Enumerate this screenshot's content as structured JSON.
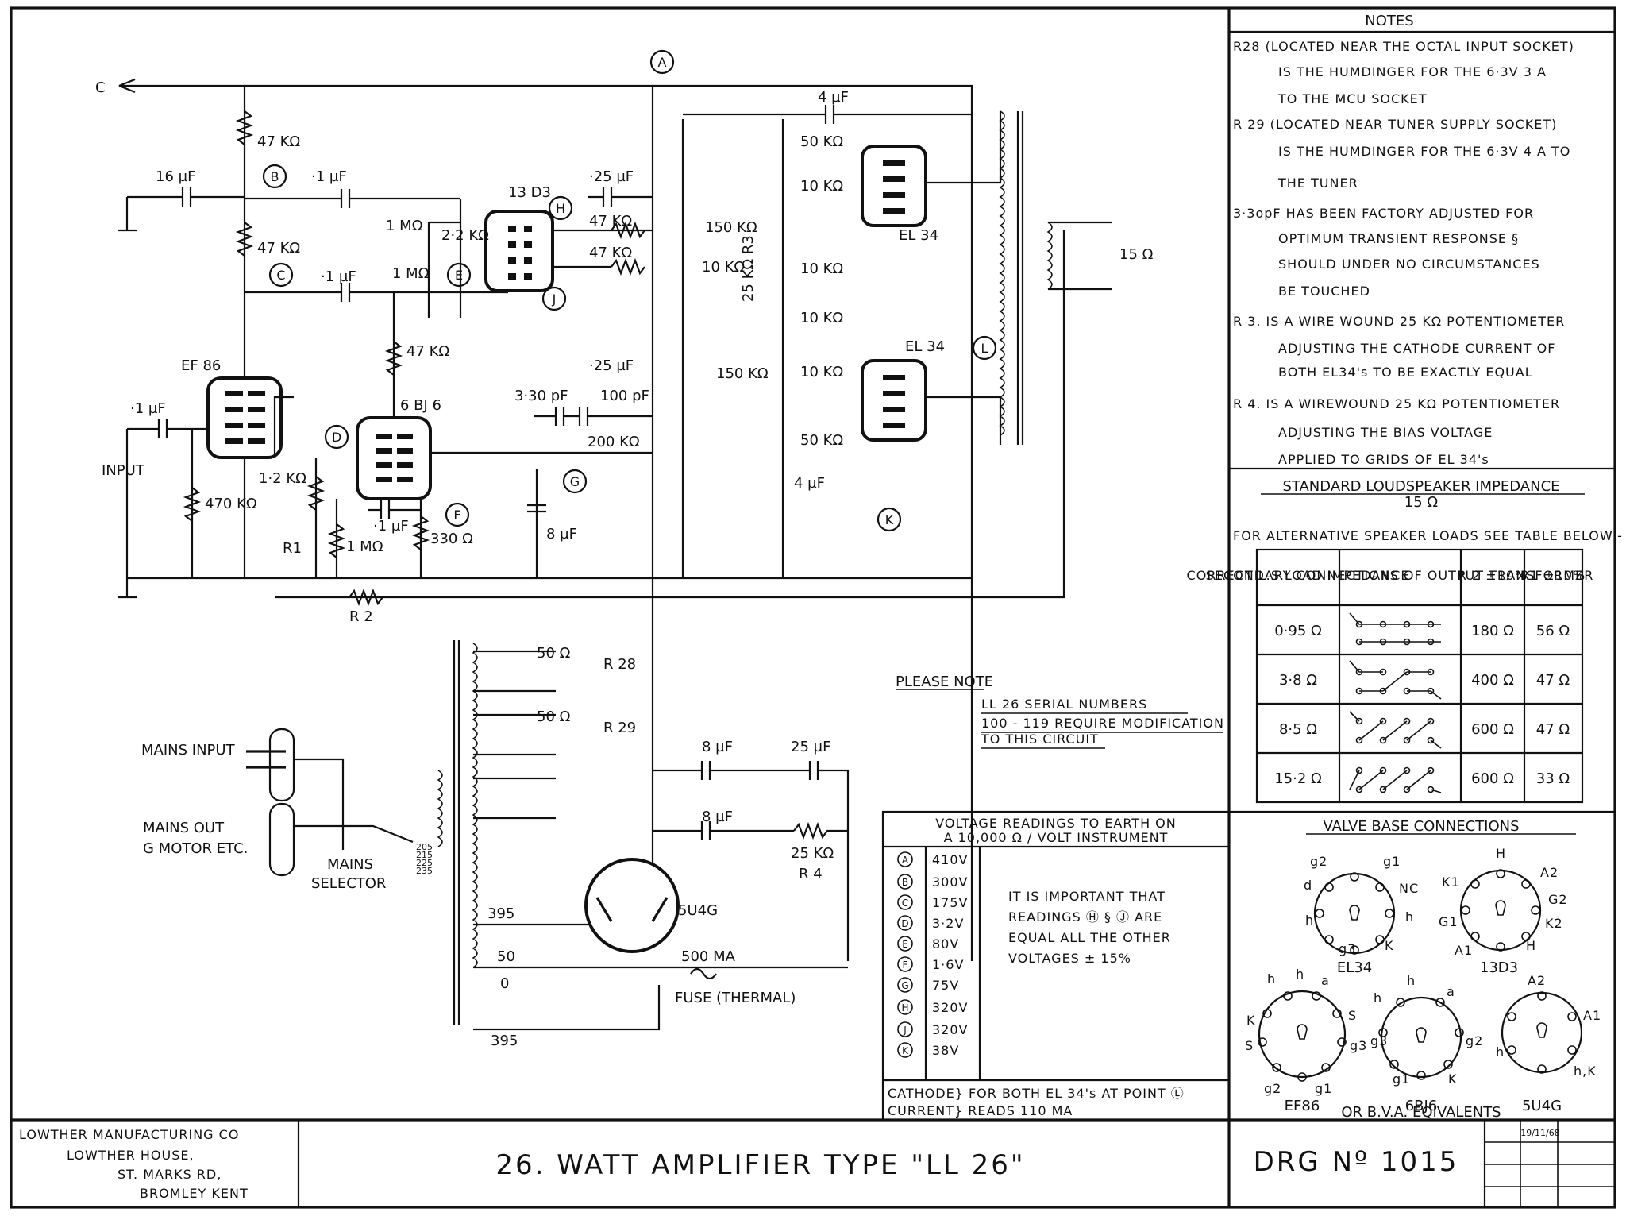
{
  "notes": {
    "title": "NOTES",
    "lines": [
      "R28 (LOCATED NEAR THE OCTAL INPUT SOCKET)",
      "IS THE HUMDINGER FOR THE 6·3V 3 A",
      "TO THE MCU SOCKET",
      "R 29 (LOCATED NEAR TUNER SUPPLY SOCKET)",
      "IS THE HUMDINGER FOR THE 6·3V 4 A TO",
      "THE TUNER",
      "3·3opF HAS BEEN FACTORY ADJUSTED FOR",
      "OPTIMUM TRANSIENT RESPONSE §",
      "SHOULD UNDER NO CIRCUMSTANCES",
      "BE TOUCHED",
      "R 3. IS A WIRE WOUND 25 KΩ POTENTIOMETER",
      "ADJUSTING THE CATHODE CURRENT OF",
      "BOTH EL34's TO BE EXACTLY EQUAL",
      "R 4. IS A WIREWOUND 25 KΩ POTENTIOMETER",
      "ADJUSTING THE BIAS VOLTAGE",
      "APPLIED TO GRIDS OF EL 34's"
    ]
  },
  "impedance": {
    "title": "STANDARD LOUDSPEAKER IMPEDANCE",
    "value": "15 Ω",
    "subtitle": "FOR ALTERNATIVE SPEAKER LOADS SEE TABLE BELOW:-",
    "headers": [
      "CORRECT L.S.LOAD IMPEDANCE",
      "SECONDARY CONNECTIONS OF OUTPUT TRANSFORMER",
      "R 2 ±10%",
      "R1 ±10%"
    ],
    "rows": [
      {
        "load": "0·95 Ω",
        "r2": "180 Ω",
        "r1": "56 Ω"
      },
      {
        "load": "3·8 Ω",
        "r2": "400 Ω",
        "r1": "47 Ω"
      },
      {
        "load": "8·5 Ω",
        "r2": "600 Ω",
        "r1": "47 Ω"
      },
      {
        "load": "15·2 Ω",
        "r2": "600 Ω",
        "r1": "33 Ω"
      }
    ]
  },
  "valve_base": {
    "title": "VALVE BASE CONNECTIONS",
    "footer": "OR B.V.A. EQIVALENTS",
    "tubes": [
      {
        "name": "EL34",
        "pins": [
          "g2",
          "g1",
          "d",
          "NC",
          "h",
          "h",
          "g3",
          "K"
        ]
      },
      {
        "name": "13D3",
        "pins": [
          "H",
          "A2",
          "K1",
          "G2",
          "G1",
          "K2",
          "A1",
          "H"
        ]
      },
      {
        "name": "EF86",
        "pins": [
          "h",
          "h",
          "a",
          "K",
          "S",
          "S",
          "g3",
          "g2",
          "g1"
        ]
      },
      {
        "name": "6BJ6",
        "pins": [
          "h",
          "a",
          "h",
          "g3",
          "g2",
          "g1",
          "K"
        ]
      },
      {
        "name": "5U4G",
        "pins": [
          "A2",
          "A1",
          "h",
          "h,K"
        ]
      }
    ]
  },
  "voltages": {
    "title": "VOLTAGE READINGS TO EARTH ON",
    "subtitle": "A 10,000 Ω / VOLT INSTRUMENT",
    "rows": [
      {
        "pt": "A",
        "v": "410V"
      },
      {
        "pt": "B",
        "v": "300V"
      },
      {
        "pt": "C",
        "v": "175V"
      },
      {
        "pt": "D",
        "v": "3·2V"
      },
      {
        "pt": "E",
        "v": "80V"
      },
      {
        "pt": "F",
        "v": "1·6V"
      },
      {
        "pt": "G",
        "v": "75V"
      },
      {
        "pt": "H",
        "v": "320V"
      },
      {
        "pt": "J",
        "v": "320V"
      },
      {
        "pt": "K",
        "v": "38V"
      }
    ],
    "important": [
      "IT IS IMPORTANT THAT",
      "READINGS Ⓗ § Ⓙ ARE",
      "EQUAL ALL THE OTHER",
      "VOLTAGES ± 15%"
    ],
    "cathode1": "CATHODE} FOR BOTH EL 34's AT POINT Ⓛ",
    "cathode2": "CURRENT} READS 110 MA"
  },
  "please_note": {
    "title": "PLEASE NOTE",
    "lines": [
      "LL 26 SERIAL NUMBERS",
      "100 - 119 REQUIRE MODIFICATION",
      "TO THIS CIRCUIT"
    ]
  },
  "title_block": {
    "company": [
      "LOWTHER MANUFACTURING CO",
      "LOWTHER HOUSE,",
      "ST. MARKS RD,",
      "BROMLEY KENT"
    ],
    "title": "26. WATT AMPLIFIER TYPE \"LL 26\"",
    "drawing": "DRG Nº 1015",
    "date": "19/11/68"
  },
  "schematic": {
    "points": [
      "A",
      "B",
      "C",
      "D",
      "E",
      "F",
      "G",
      "H",
      "J",
      "K",
      "L"
    ],
    "labels": {
      "c": "C",
      "r47k_top": "47 KΩ",
      "r47k_mid": "47 KΩ",
      "c16": "16 µF",
      "c01a": "·1 µF",
      "c01b": "·1 µF",
      "c025a": "·25 µF",
      "c025b": "·25 µF",
      "r1m_a": "1 MΩ",
      "r22k": "2·2 KΩ",
      "r1m_b": "1 MΩ",
      "tube13d3": "13 D3",
      "r47k_h": "47 KΩ",
      "r47k_j": "47 KΩ",
      "r47k_b": "47 KΩ",
      "ef86": "EF 86",
      "c01in": "·1 µF",
      "input": "INPUT",
      "r470k": "470 KΩ",
      "r12k": "1·2 KΩ",
      "r1": "R1",
      "r1m_c": "1 MΩ",
      "c01c": "·1 µF",
      "r330": "330 Ω",
      "gbj6": "6 BJ 6",
      "c330p": "3·30 pF",
      "c100p": "100 pF",
      "r200k": "200 KΩ",
      "c8a": "8 µF",
      "r2": "R 2",
      "c4a": "4 µF",
      "r50ka": "50 KΩ",
      "r10ka": "10 KΩ",
      "r150ka": "150 KΩ",
      "r10kb": "10 KΩ",
      "r25kr3": "25 KΩ R3",
      "r10kc": "10 KΩ",
      "r10kd": "10 KΩ",
      "r150kb": "150 KΩ",
      "r10ke": "10 KΩ",
      "r50kb": "50 KΩ",
      "c4b": "4 µF",
      "el34a": "EL 34",
      "el34b": "EL 34",
      "r15": "15 Ω",
      "r50a": "50 Ω",
      "r28": "R 28",
      "r50b": "50 Ω",
      "r29": "R 29",
      "mains_in": "MAINS INPUT",
      "mains_out": "MAINS OUT",
      "gmotor": "G MOTOR ETC.",
      "mains_sel1": "MAINS",
      "mains_sel2": "SELECTOR",
      "taps": [
        "205",
        "215",
        "225",
        "235"
      ],
      "c8b": "8 µF",
      "c25": "25 µF",
      "c8c": "8 µF",
      "r25k": "25 KΩ",
      "r4": "R 4",
      "u5u4g": "5U4G",
      "t395a": "395",
      "t50": "50",
      "t0": "0",
      "t395b": "395",
      "fuse_ma": "500 MA",
      "fuse": "FUSE (THERMAL)"
    }
  }
}
